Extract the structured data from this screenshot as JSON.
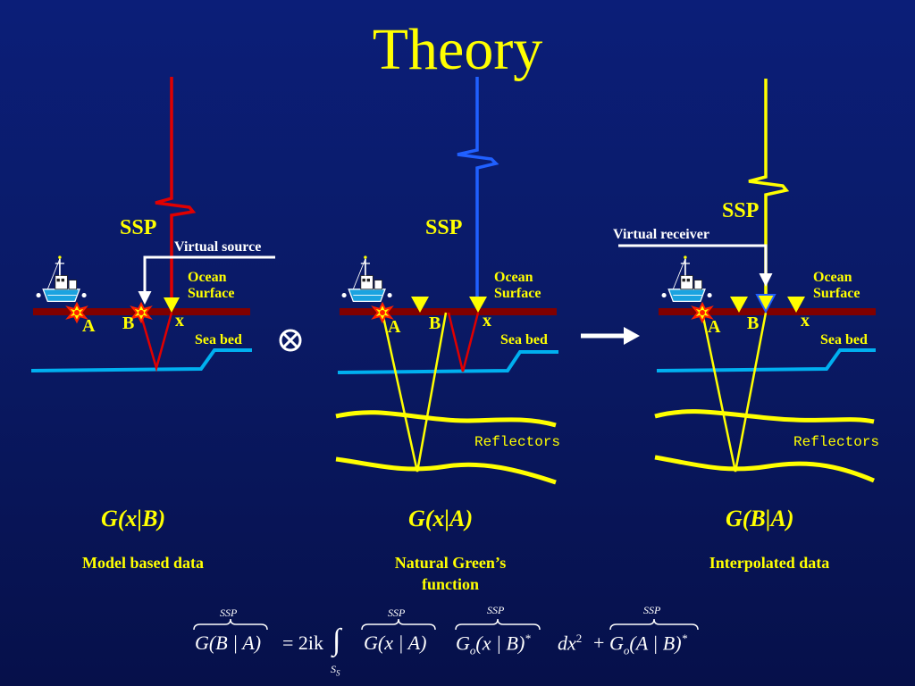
{
  "title": "Theory",
  "panels": [
    {
      "ssp": "SSP",
      "virtual_label": "Virtual source",
      "ocean_surface_line1": "Ocean",
      "ocean_surface_line2": "Surface",
      "sea_bed": "Sea bed",
      "point_a": "A",
      "point_b": "B",
      "point_x": "x",
      "green_function": "G(x|B)",
      "caption_line1": "Model based data",
      "caption_line2": ""
    },
    {
      "ssp": "SSP",
      "ocean_surface_line1": "Ocean",
      "ocean_surface_line2": "Surface",
      "sea_bed": "Sea bed",
      "reflectors": "Reflectors",
      "point_a": "A",
      "point_b": "B",
      "point_x": "x",
      "green_function": "G(x|A)",
      "caption_line1": "Natural Green’s",
      "caption_line2": "function"
    },
    {
      "ssp": "SSP",
      "virtual_label": "Virtual receiver",
      "ocean_surface_line1": "Ocean",
      "ocean_surface_line2": "Surface",
      "sea_bed": "Sea bed",
      "reflectors": "Reflectors",
      "point_a": "A",
      "point_b": "B",
      "point_x": "x",
      "green_function": "G(B|A)",
      "caption_line1": "Interpolated data",
      "caption_line2": ""
    }
  ],
  "operator_symbol": "⊗",
  "equation": {
    "lhs": "G(B | A)",
    "equals": "= 2ik",
    "integral": "∫",
    "integral_subscript": "S",
    "integral_subscript_sub": "S",
    "term1": "G(x | A)",
    "term2": "G",
    "term2_sub": "o",
    "term2_args": "(x | B)",
    "term2_sup": "*",
    "dx": "dx",
    "dx_sup": "2",
    "plus": "+",
    "term3": "G",
    "term3_sub": "o",
    "term3_args": "(A | B)",
    "term3_sup": "*",
    "ssp_brace_label": "SSP"
  },
  "colors": {
    "background": "#0a1a66",
    "title": "#ffff00",
    "ssp_red": "#e00000",
    "ssp_blue": "#2060ff",
    "ssp_yellow": "#ffff00",
    "surface": "#800000",
    "seabed": "#00b0f0",
    "reflector": "#ffff00"
  },
  "icons": [
    "ship-icon",
    "explosion-icon",
    "receiver-triangle-icon",
    "right-arrow-icon",
    "convolution-icon"
  ]
}
